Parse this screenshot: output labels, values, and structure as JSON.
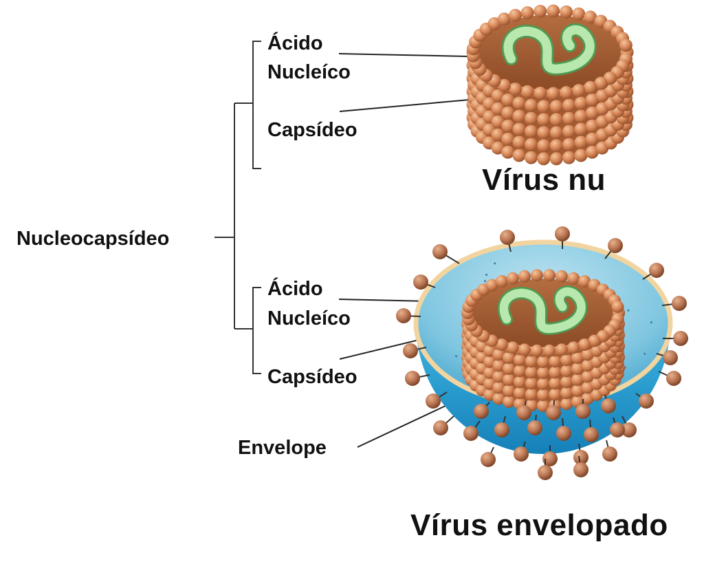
{
  "labels": {
    "nucleocapsideo": "Nucleocapsídeo",
    "naked_acid_1": "Ácido",
    "naked_acid_2": "Nucleíco",
    "naked_capsid": "Capsídeo",
    "env_acid_1": "Ácido",
    "env_acid_2": "Nucleíco",
    "env_capsid": "Capsídeo",
    "envelope": "Envelope"
  },
  "titles": {
    "naked_virus": "Vírus nu",
    "enveloped_virus": "Vírus envelopado"
  },
  "colors": {
    "capsomere": "#d58a5b",
    "capsomere_shadow": "#a85b32",
    "capsid_interior": "#b06a3e",
    "nucleic_acid": "#aee0a6",
    "nucleic_acid_edge": "#5aa25a",
    "envelope_blue": "#2a9fd0",
    "envelope_rim": "#f3d8a8",
    "spike": "#c08060",
    "leader_line": "#222222"
  }
}
